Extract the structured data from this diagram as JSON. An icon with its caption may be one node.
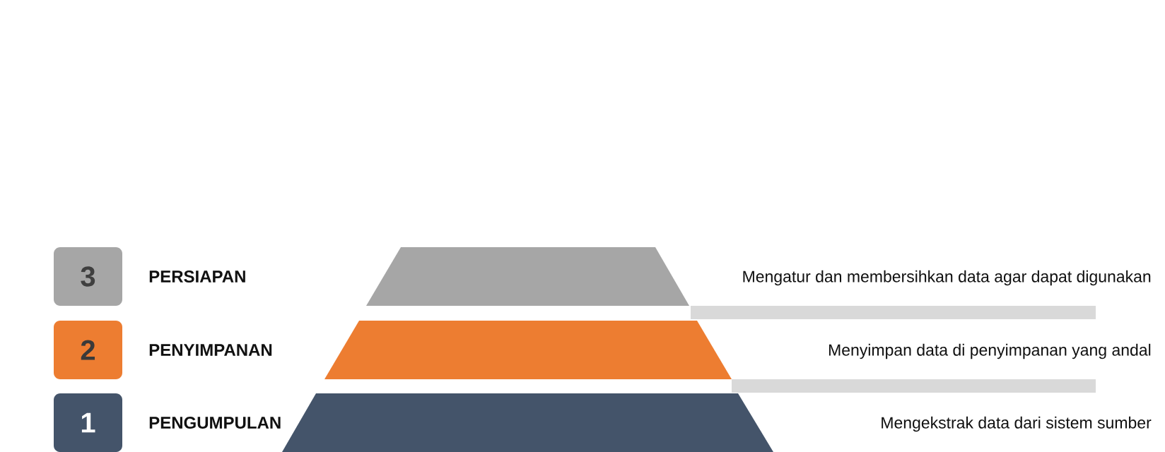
{
  "diagram": {
    "nodes": [
      {
        "text": [
          "3"
        ]
      },
      {
        "text": [],
        "shape": "trapezoid"
      },
      {
        "text": [],
        "shape": "bar"
      },
      {
        "text": [
          "2"
        ]
      },
      {
        "text": [],
        "shape": "trapezoid"
      },
      {
        "text": [],
        "shape": "bar"
      },
      {
        "text": [
          "1"
        ]
      },
      {
        "text": [],
        "shape": "trapezoid"
      }
    ],
    "labels": [
      "PERSIAPAN",
      "Mengatur dan membersihkan data agar dapat digunakan",
      "PENYIMPANAN",
      "Menyimpan data di penyimpanan yang andal",
      "PENGUMPULAN",
      "Mengekstrak data dari sistem sumber"
    ]
  }
}
